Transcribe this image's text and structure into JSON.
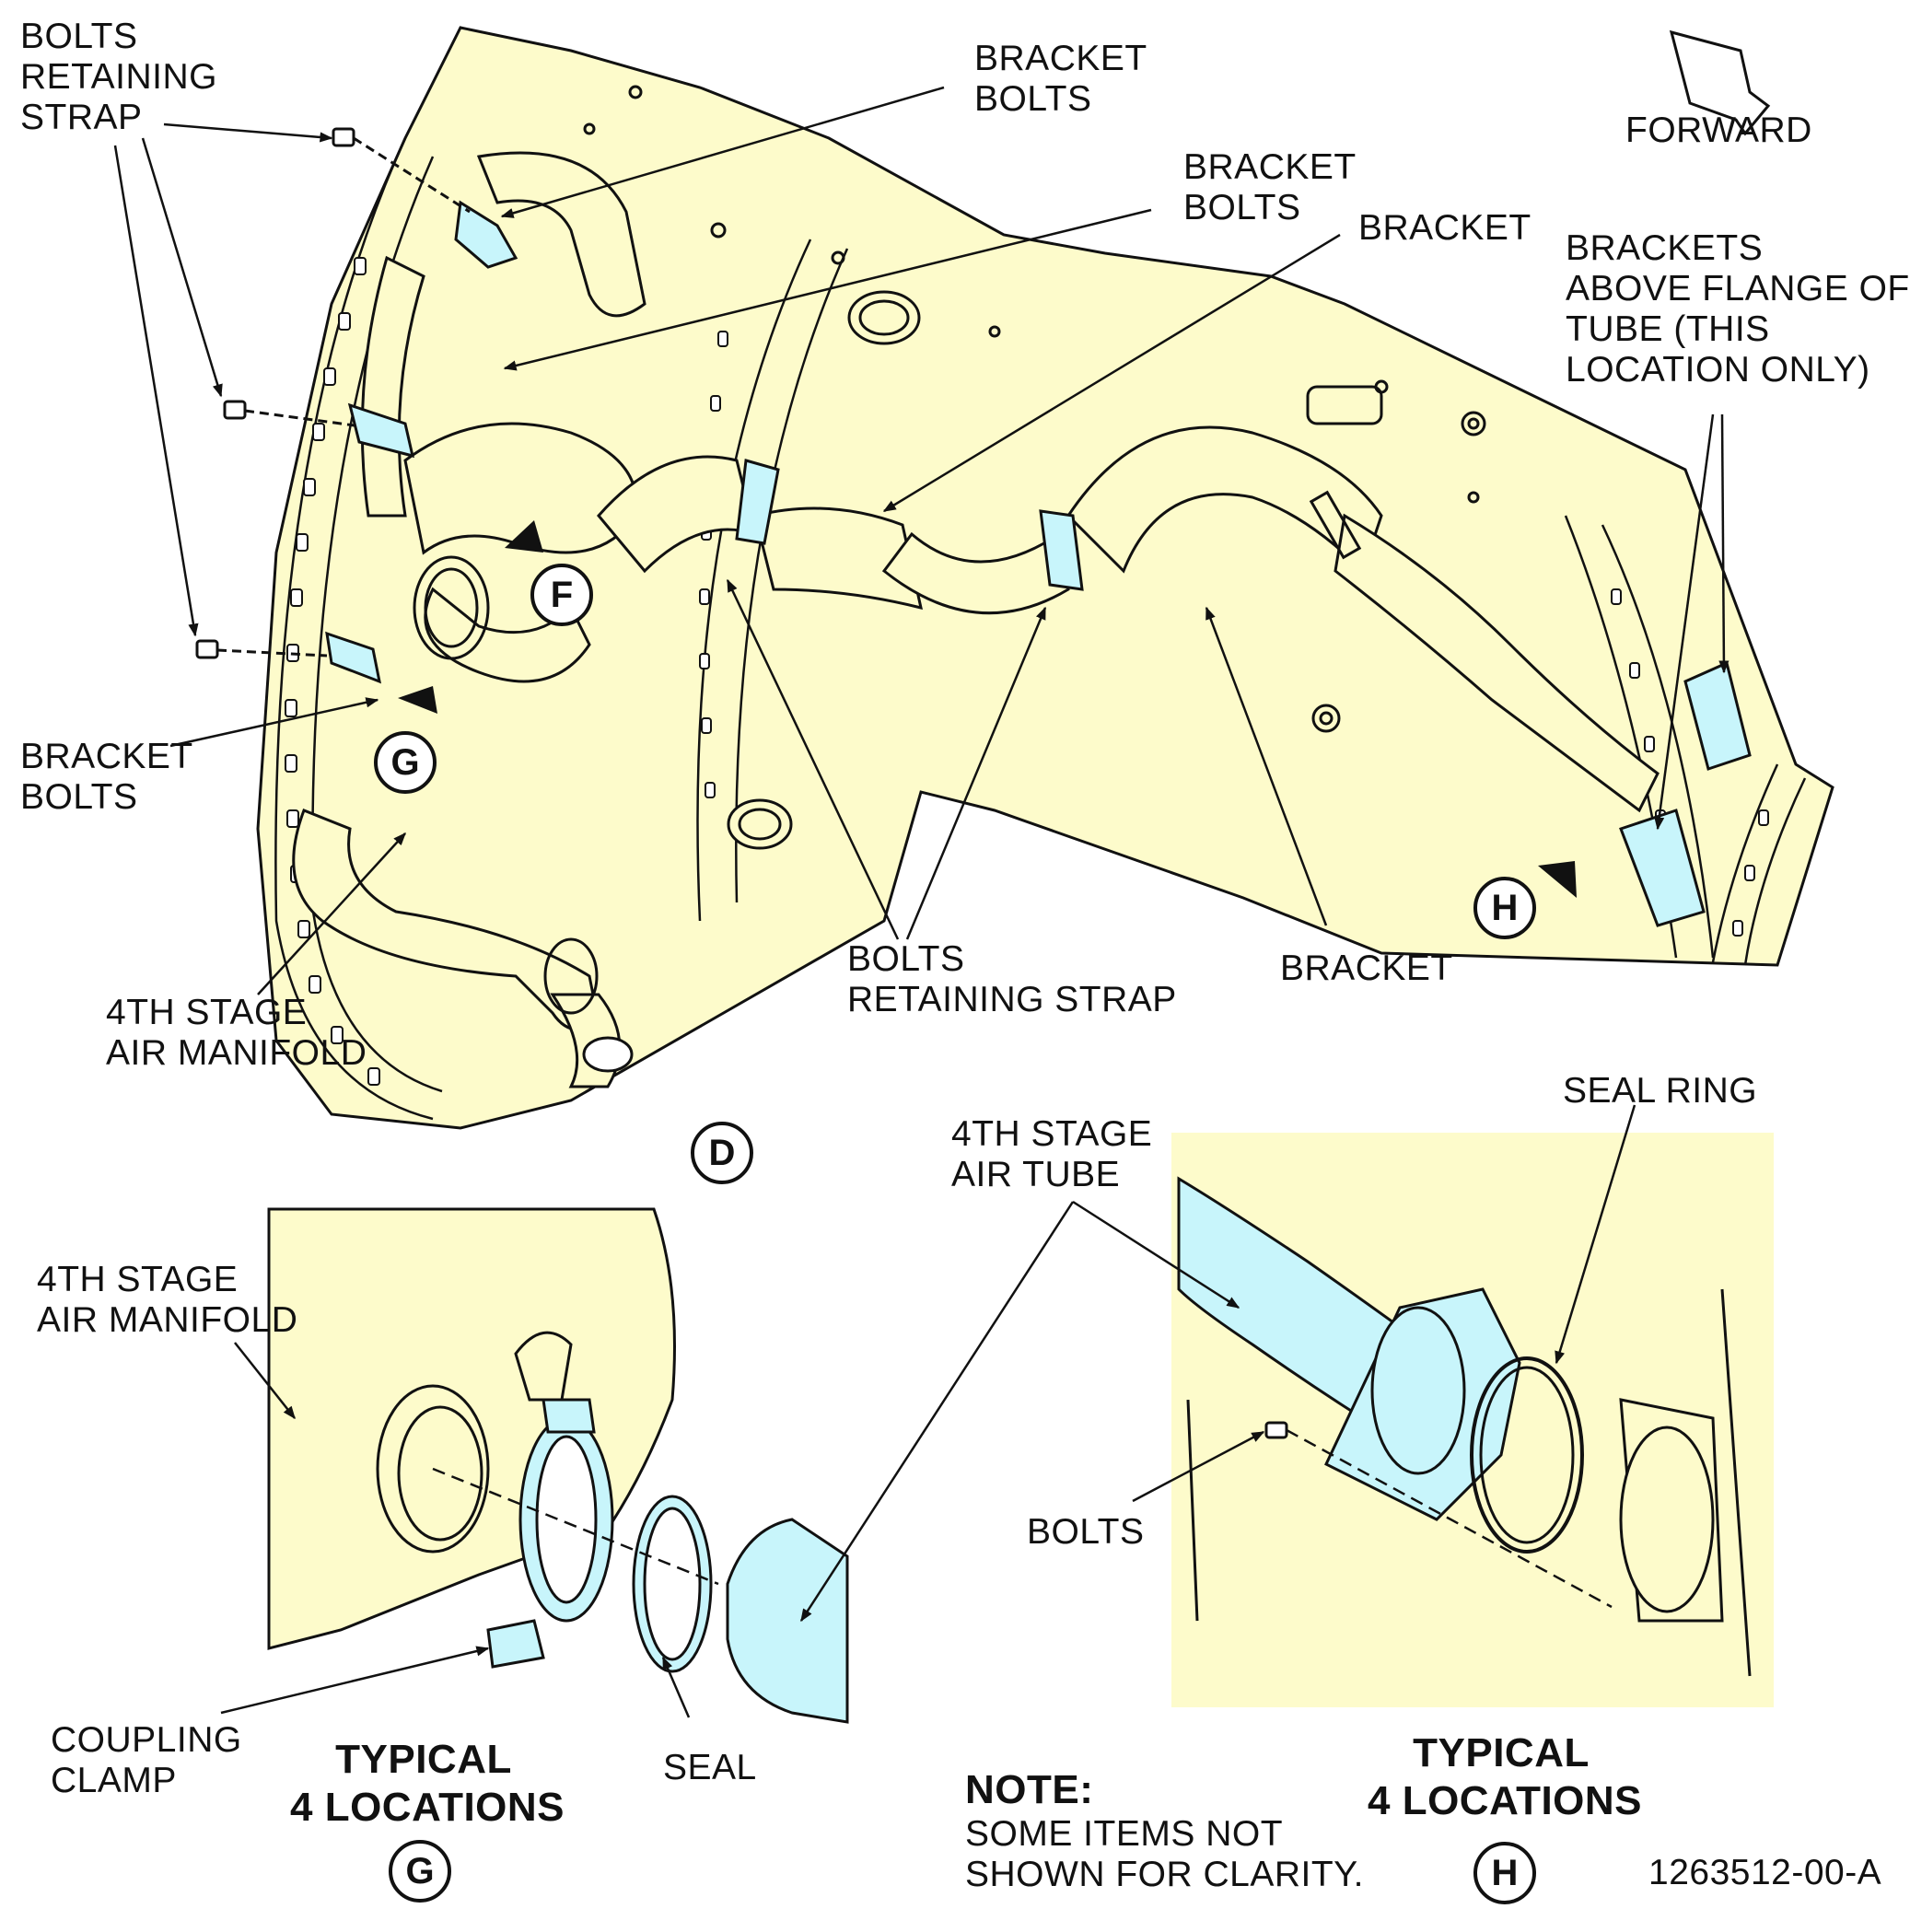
{
  "labels": {
    "bolts_retaining_strap_top": "BOLTS\nRETAINING\nSTRAP",
    "bracket_bolts_1": "BRACKET\nBOLTS",
    "bracket_bolts_2": "BRACKET\nBOLTS",
    "bracket_top": "BRACKET",
    "forward": "FORWARD",
    "brackets_above_flange": "BRACKETS\nABOVE FLANGE OF\nTUBE (THIS\nLOCATION ONLY)",
    "bracket_bolts_left": "BRACKET\nBOLTS",
    "manifold_main": "4TH STAGE\nAIR MANIFOLD",
    "bolts_retaining_strap_mid": "BOLTS\nRETAINING STRAP",
    "bracket_bottom": "BRACKET",
    "seal_ring": "SEAL RING",
    "air_tube": "4TH STAGE\nAIR TUBE",
    "manifold_detail": "4TH STAGE\nAIR MANIFOLD",
    "bolts_detail": "BOLTS",
    "coupling_clamp": "COUPLING\nCLAMP",
    "seal": "SEAL",
    "typical_g": "TYPICAL\n4 LOCATIONS",
    "typical_h": "TYPICAL\n4 LOCATIONS",
    "note_title": "NOTE:",
    "note_text": "SOME ITEMS NOT\nSHOWN FOR CLARITY.",
    "figure_id": "1263512-00-A"
  },
  "callouts": {
    "f": "F",
    "g": "G",
    "h": "H",
    "d": "D",
    "g_detail": "G",
    "h_detail": "H"
  },
  "colors": {
    "engine_fill": "#fdfbcb",
    "highlight_fill": "#c8f5fb",
    "line": "#111111"
  }
}
